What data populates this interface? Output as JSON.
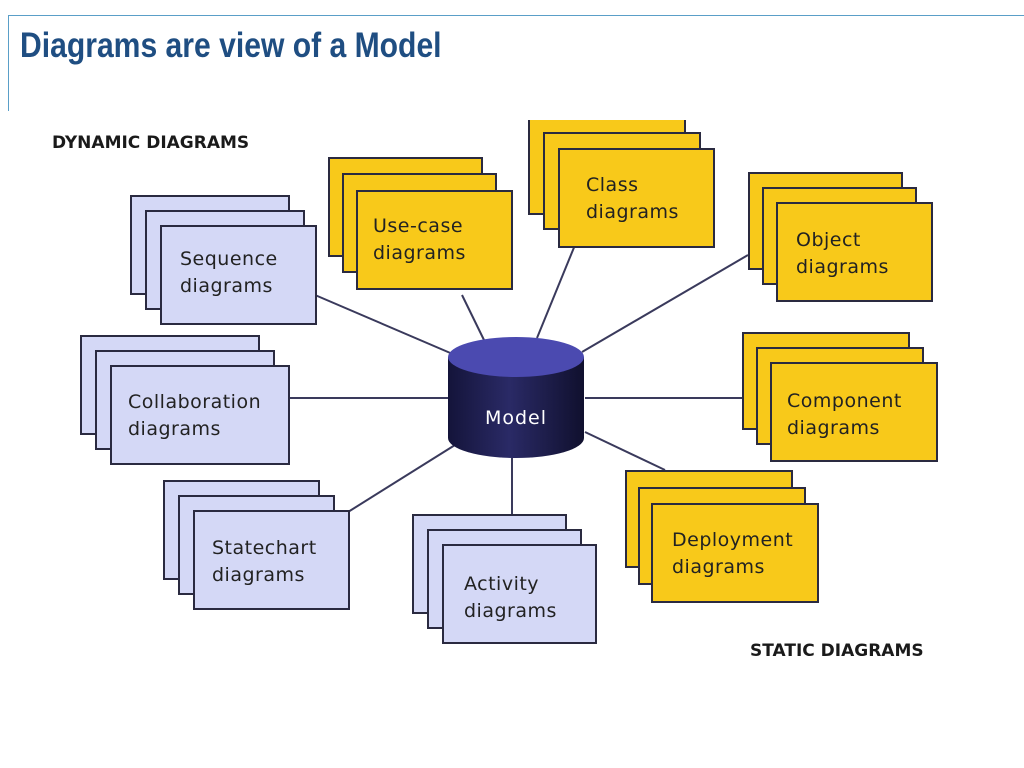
{
  "title": "Diagrams are view of a Model",
  "dynamic_label": "DYNAMIC DIAGRAMS",
  "static_label": "STATIC DIAGRAMS",
  "model_label": "Model",
  "colors": {
    "dynamic_card": "#d4d8f6",
    "static_card": "#f8c91a",
    "model": "#1c1c4a",
    "title": "#1f4e82"
  },
  "diagrams": {
    "sequence": [
      "Sequence",
      "diagrams"
    ],
    "collaboration": [
      "Collaboration",
      "diagrams"
    ],
    "statechart": [
      "Statechart",
      "diagrams"
    ],
    "activity": [
      "Activity",
      "diagrams"
    ],
    "usecase": [
      "Use-case",
      "diagrams"
    ],
    "class": [
      "Class",
      "diagrams"
    ],
    "object": [
      "Object",
      "diagrams"
    ],
    "component": [
      "Component",
      "diagrams"
    ],
    "deployment": [
      "Deployment",
      "diagrams"
    ]
  }
}
